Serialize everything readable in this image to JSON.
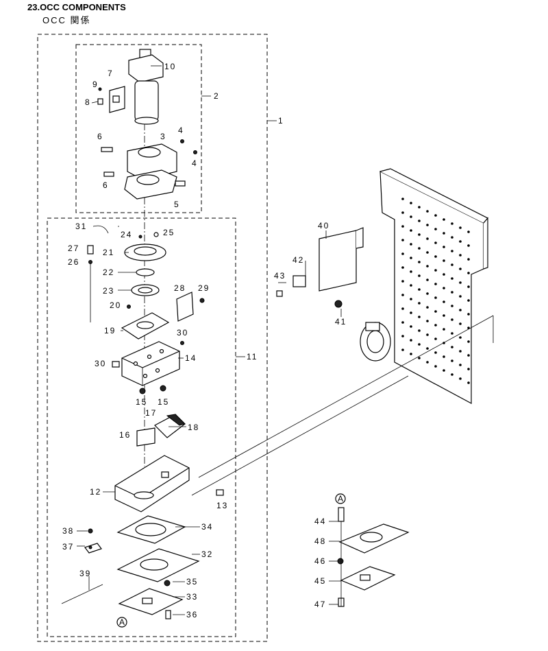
{
  "header": {
    "title": "23.OCC COMPONENTS",
    "subtitle": "OCC 関係"
  },
  "parts": [
    {
      "id": "1",
      "label": "1"
    },
    {
      "id": "2",
      "label": "2"
    },
    {
      "id": "3",
      "label": "3"
    },
    {
      "id": "4a",
      "label": "4"
    },
    {
      "id": "4b",
      "label": "4"
    },
    {
      "id": "5",
      "label": "5"
    },
    {
      "id": "6a",
      "label": "6"
    },
    {
      "id": "6b",
      "label": "6"
    },
    {
      "id": "7",
      "label": "7"
    },
    {
      "id": "8",
      "label": "8"
    },
    {
      "id": "9",
      "label": "9"
    },
    {
      "id": "10",
      "label": "10"
    },
    {
      "id": "11",
      "label": "11"
    },
    {
      "id": "12",
      "label": "12"
    },
    {
      "id": "13",
      "label": "13"
    },
    {
      "id": "14",
      "label": "14"
    },
    {
      "id": "15a",
      "label": "15"
    },
    {
      "id": "15b",
      "label": "15"
    },
    {
      "id": "16",
      "label": "16"
    },
    {
      "id": "17",
      "label": "17"
    },
    {
      "id": "18",
      "label": "18"
    },
    {
      "id": "19",
      "label": "19"
    },
    {
      "id": "20",
      "label": "20"
    },
    {
      "id": "21",
      "label": "21"
    },
    {
      "id": "22",
      "label": "22"
    },
    {
      "id": "23",
      "label": "23"
    },
    {
      "id": "24",
      "label": "24"
    },
    {
      "id": "25",
      "label": "25"
    },
    {
      "id": "26",
      "label": "26"
    },
    {
      "id": "27",
      "label": "27"
    },
    {
      "id": "28",
      "label": "28"
    },
    {
      "id": "29",
      "label": "29"
    },
    {
      "id": "30a",
      "label": "30"
    },
    {
      "id": "30b",
      "label": "30"
    },
    {
      "id": "31",
      "label": "31"
    },
    {
      "id": "32",
      "label": "32"
    },
    {
      "id": "33",
      "label": "33"
    },
    {
      "id": "34",
      "label": "34"
    },
    {
      "id": "35",
      "label": "35"
    },
    {
      "id": "36",
      "label": "36"
    },
    {
      "id": "37",
      "label": "37"
    },
    {
      "id": "38",
      "label": "38"
    },
    {
      "id": "39",
      "label": "39"
    },
    {
      "id": "40",
      "label": "40"
    },
    {
      "id": "41",
      "label": "41"
    },
    {
      "id": "42",
      "label": "42"
    },
    {
      "id": "43",
      "label": "43"
    },
    {
      "id": "44",
      "label": "44"
    },
    {
      "id": "45",
      "label": "45"
    },
    {
      "id": "46",
      "label": "46"
    },
    {
      "id": "47",
      "label": "47"
    },
    {
      "id": "48",
      "label": "48"
    }
  ],
  "markers": [
    {
      "id": "A1",
      "label": "A"
    },
    {
      "id": "A2",
      "label": "A"
    }
  ]
}
